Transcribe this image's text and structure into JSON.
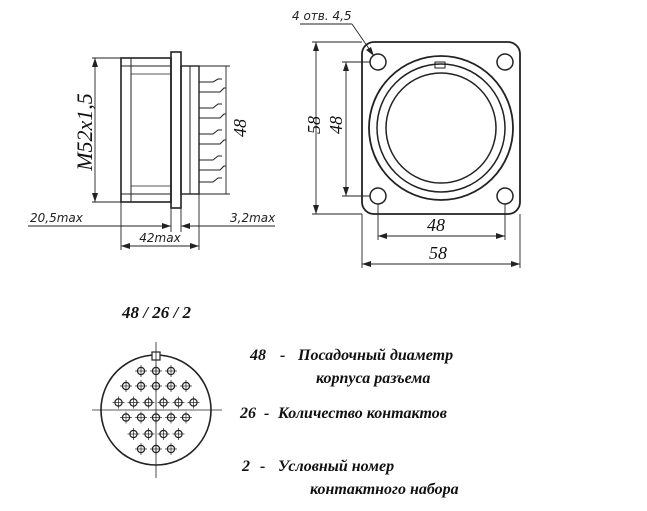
{
  "side_view": {
    "thread_label": "M52x1,5",
    "height_label": "48",
    "left_dim": "20,5max",
    "right_dim": "3,2max",
    "overall_dim": "42max"
  },
  "front_view": {
    "holes_label": "4 отв. 4,5",
    "outer_height": "58",
    "inner_height": "48",
    "inner_width": "48",
    "outer_width": "58"
  },
  "code": {
    "title": "48 / 26 / 2"
  },
  "legend": [
    {
      "number": "48",
      "sep": "-",
      "line1": "Посадочный диаметр",
      "line2": "корпуса разъема"
    },
    {
      "number": "26",
      "sep": "-",
      "line1": "Количество контактов",
      "line2": ""
    },
    {
      "number": "2",
      "sep": "-",
      "line1": "Условный номер",
      "line2": "контактного набора"
    }
  ]
}
